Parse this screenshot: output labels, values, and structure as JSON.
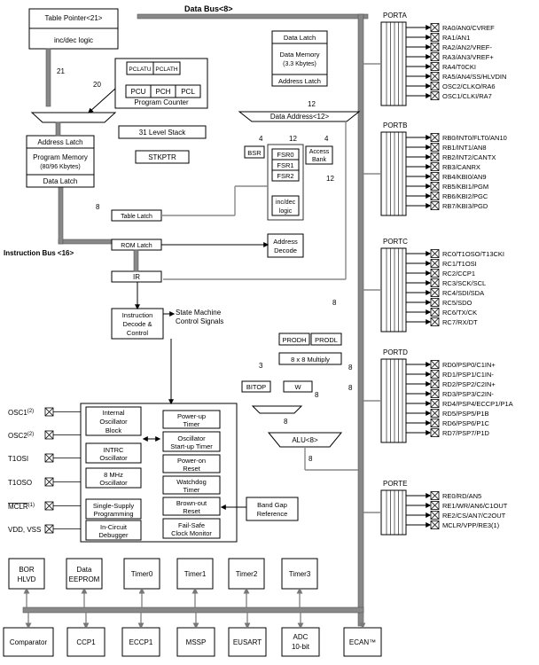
{
  "buses": {
    "data_bus": "Data Bus<8>",
    "instruction_bus": "Instruction Bus <16>",
    "data_address": "Data Address<12>"
  },
  "blocks": {
    "table_pointer": "Table Pointer<21>",
    "inc_dec_logic": "inc/dec logic",
    "pclatu": "PCLATU",
    "pclath": "PCLATH",
    "pcu": "PCU",
    "pch": "PCH",
    "pcl": "PCL",
    "program_counter": "Program Counter",
    "stack": "31 Level Stack",
    "stkptr": "STKPTR",
    "address_latch": "Address Latch",
    "program_memory_1": "Program Memory",
    "program_memory_2": "(80/96 Kbytes)",
    "data_latch": "Data Latch",
    "table_latch": "Table Latch",
    "rom_latch": "ROM Latch",
    "ir": "IR",
    "instr_decode_1": "Instruction",
    "instr_decode_2": "Decode &",
    "instr_decode_3": "Control",
    "state_machine_1": "State Machine",
    "state_machine_2": "Control Signals",
    "dm_data_latch": "Data Latch",
    "data_memory_1": "Data Memory",
    "data_memory_2": "(3.3 Kbytes)",
    "dm_address_latch": "Address Latch",
    "bsr": "BSR",
    "fsr0": "FSR0",
    "fsr1": "FSR1",
    "fsr2": "FSR2",
    "fsr_incdec_1": "inc/dec",
    "fsr_incdec_2": "logic",
    "access_bank_1": "Access",
    "access_bank_2": "Bank",
    "address_decode_1": "Address",
    "address_decode_2": "Decode",
    "prodh": "PRODH",
    "prodl": "PRODL",
    "multiply": "8 x 8 Multiply",
    "bitop": "BITOP",
    "w": "W",
    "alu": "ALU<8>",
    "int_osc_1": "Internal",
    "int_osc_2": "Oscillator",
    "int_osc_3": "Block",
    "intrc_1": "INTRC",
    "intrc_2": "Oscillator",
    "mhz_1": "8 MHz",
    "mhz_2": "Oscillator",
    "single_supply_1": "Single-Supply",
    "single_supply_2": "Programming",
    "icd_1": "In-Circuit",
    "icd_2": "Debugger",
    "pwrt_1": "Power-up",
    "pwrt_2": "Timer",
    "ost_1": "Oscillator",
    "ost_2": "Start-up Timer",
    "por_1": "Power-on",
    "por_2": "Reset",
    "wdt_1": "Watchdog",
    "wdt_2": "Timer",
    "bor_reset_1": "Brown-out",
    "bor_reset_2": "Reset",
    "failsafe_1": "Fail-Safe",
    "failsafe_2": "Clock Monitor",
    "bandgap_1": "Band Gap",
    "bandgap_2": "Reference"
  },
  "osc_pins": {
    "osc1": "OSC1",
    "osc1_sup": "(2)",
    "osc2": "OSC2",
    "osc2_sup": "(2)",
    "t1osi": "T1OSI",
    "t1oso": "T1OSO",
    "mclr": "MCLR",
    "mclr_sup": "(1)",
    "vdd_vss": "VDD, VSS"
  },
  "bus_widths": {
    "w21": "21",
    "w20": "20",
    "w8": "8",
    "w12": "12",
    "w4": "4",
    "w3": "3"
  },
  "ports": [
    {
      "name": "PORTA",
      "pins": [
        "RA0/AN0/CVREF",
        "RA1/AN1",
        "RA2/AN2/VREF-",
        "RA3/AN3/VREF+",
        "RA4/T0CKI",
        "RA5/AN4/SS/HLVDIN",
        "OSC2/CLKO/RA6",
        "OSC1/CLKI/RA7"
      ]
    },
    {
      "name": "PORTB",
      "pins": [
        "RB0/INT0/FLT0/AN10",
        "RB1/INT1/AN8",
        "RB2/INT2/CANTX",
        "RB3/CANRX",
        "RB4/KBI0/AN9",
        "RB5/KBI1/PGM",
        "RB6/KBI2/PGC",
        "RB7/KBI3/PGD"
      ]
    },
    {
      "name": "PORTC",
      "pins": [
        "RC0/T1OSO/T13CKI",
        "RC1/T1OSI",
        "RC2/CCP1",
        "RC3/SCK/SCL",
        "RC4/SDI/SDA",
        "RC5/SDO",
        "RC6/TX/CK",
        "RC7/RX/DT"
      ]
    },
    {
      "name": "PORTD",
      "pins": [
        "RD0/PSP0/C1IN+",
        "RD1/PSP1/C1IN-",
        "RD2/PSP2/C2IN+",
        "RD3/PSP3/C2IN-",
        "RD4/PSP4/ECCP1/P1A",
        "RD5/PSP5/P1B",
        "RD6/PSP6/P1C",
        "RD7/PSP7/P1D"
      ]
    },
    {
      "name": "PORTE",
      "pins": [
        "RE0/RD/AN5",
        "RE1/WR/AN6/C1OUT",
        "RE2/CS/AN7/C2OUT",
        "MCLR/VPP/RE3(1)"
      ]
    }
  ],
  "peripherals_top": [
    {
      "l1": "BOR",
      "l2": "HLVD"
    },
    {
      "l1": "Data",
      "l2": "EEPROM"
    },
    {
      "l1": "Timer0",
      "l2": ""
    },
    {
      "l1": "Timer1",
      "l2": ""
    },
    {
      "l1": "Timer2",
      "l2": ""
    },
    {
      "l1": "Timer3",
      "l2": ""
    }
  ],
  "peripherals_bottom": [
    {
      "l1": "Comparator",
      "l2": ""
    },
    {
      "l1": "CCP1",
      "l2": ""
    },
    {
      "l1": "ECCP1",
      "l2": ""
    },
    {
      "l1": "MSSP",
      "l2": ""
    },
    {
      "l1": "EUSART",
      "l2": ""
    },
    {
      "l1": "ADC",
      "l2": "10-bit"
    },
    {
      "l1": "ECAN™",
      "l2": ""
    }
  ]
}
